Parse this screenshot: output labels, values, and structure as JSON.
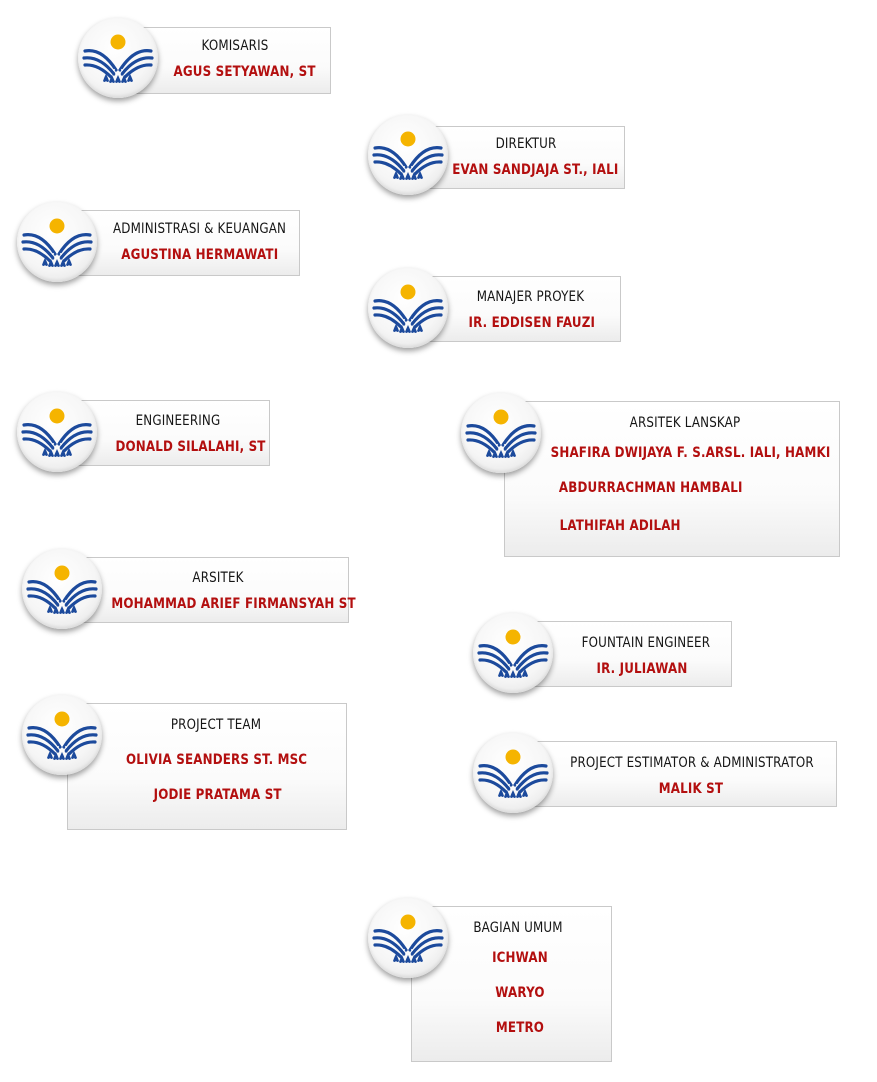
{
  "colors": {
    "role_text": "#151515",
    "person_text": "#b30f0f",
    "card_border": "#c9c9c9",
    "logo_sun": "#f5b400",
    "logo_wings": "#1c4a9c"
  },
  "logo": {
    "icon": "wing-sun-logo-icon"
  },
  "positions": [
    {
      "role": "KOMISARIS",
      "people": [
        "AGUS SETYAWAN, ST"
      ]
    },
    {
      "role": "DIREKTUR",
      "people": [
        "EVAN SANDJAJA ST., IALI"
      ]
    },
    {
      "role": "ADMINISTRASI & KEUANGAN",
      "people": [
        "AGUSTINA HERMAWATI"
      ]
    },
    {
      "role": "MANAJER PROYEK",
      "people": [
        "IR. EDDISEN FAUZI"
      ]
    },
    {
      "role": "ENGINEERING",
      "people": [
        "DONALD SILALAHI, ST"
      ]
    },
    {
      "role": "ARSITEK LANSKAP",
      "people": [
        "SHAFIRA DWIJAYA F. S.ARSL. IALI, HAMKI",
        "ABDURRACHMAN HAMBALI",
        "LATHIFAH ADILAH"
      ]
    },
    {
      "role": "ARSITEK",
      "people": [
        "MOHAMMAD ARIEF FIRMANSYAH ST"
      ]
    },
    {
      "role": "FOUNTAIN ENGINEER",
      "people": [
        "IR. JULIAWAN"
      ]
    },
    {
      "role": "PROJECT TEAM",
      "people": [
        "OLIVIA SEANDERS ST. MSC",
        "JODIE PRATAMA ST"
      ]
    },
    {
      "role": "PROJECT ESTIMATOR & ADMINISTRATOR",
      "people": [
        "MALIK ST"
      ]
    },
    {
      "role": "BAGIAN UMUM",
      "people": [
        "ICHWAN",
        "WARYO",
        "METRO"
      ]
    }
  ]
}
